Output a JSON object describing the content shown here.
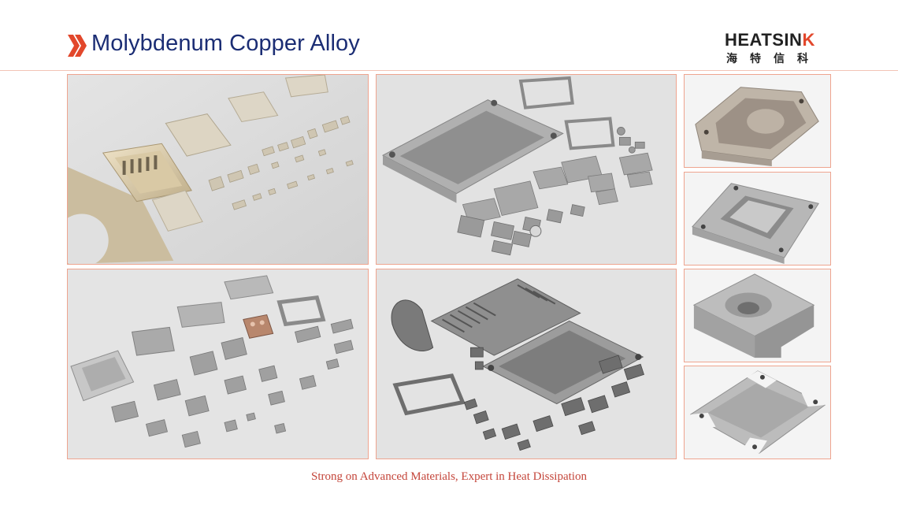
{
  "header": {
    "title": "Molybdenum Copper Alloy"
  },
  "logo": {
    "word_main": "HEATSIN",
    "word_accent": "K",
    "cn": "海特信科"
  },
  "colors": {
    "title": "#1b2d74",
    "accent": "#e2472b",
    "panel_border": "#eea48f",
    "footer": "#c4453a"
  },
  "gallery": {
    "photos": [
      {
        "subject": "polished gold-tone molybdenum copper components arranged on grey"
      },
      {
        "subject": "machined housing with frames, lids and small plates"
      },
      {
        "subject": "milled cavity block"
      },
      {
        "subject": "square flange with center window"
      },
      {
        "subject": "assorted flat plates, lids and copper module on grey"
      },
      {
        "subject": "finned heatsink housings with frames and small parts"
      },
      {
        "subject": "block with counterbored hole"
      },
      {
        "subject": "rectangular base plate with mounting tabs"
      }
    ]
  },
  "footer": {
    "tagline": "Strong on Advanced Materials, Expert in Heat Dissipation"
  }
}
